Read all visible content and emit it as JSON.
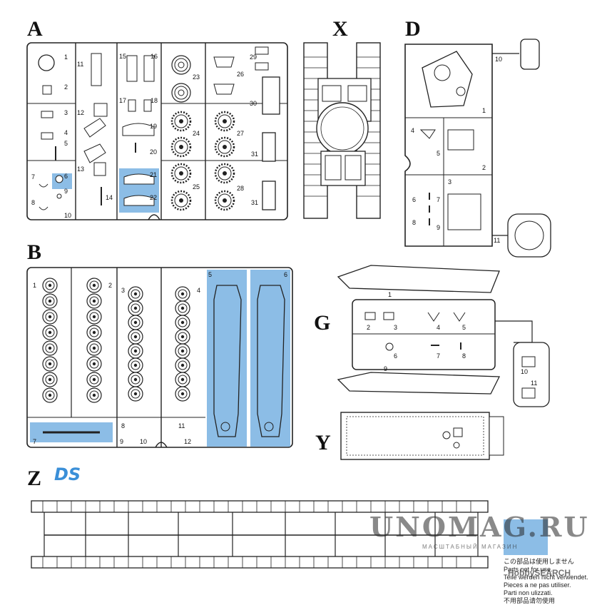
{
  "sprues": {
    "A": {
      "letter": "A",
      "parts": [
        "1",
        "2",
        "3",
        "4",
        "5",
        "6",
        "7",
        "8",
        "9",
        "10",
        "11",
        "12",
        "13",
        "14",
        "15",
        "16",
        "17",
        "18",
        "19",
        "20",
        "21",
        "22",
        "23",
        "24",
        "25",
        "26",
        "27",
        "28",
        "29",
        "30",
        "31",
        "31"
      ]
    },
    "X": {
      "letter": "X"
    },
    "D": {
      "letter": "D",
      "parts": [
        "1",
        "2",
        "3",
        "4",
        "5",
        "6",
        "7",
        "8",
        "9",
        "10",
        "11"
      ]
    },
    "B": {
      "letter": "B",
      "parts": [
        "1",
        "2",
        "3",
        "4",
        "5",
        "6",
        "7",
        "8",
        "9",
        "10",
        "11",
        "12"
      ]
    },
    "G": {
      "letter": "G",
      "parts": [
        "1",
        "2",
        "3",
        "4",
        "5",
        "6",
        "7",
        "8",
        "9",
        "10",
        "11"
      ]
    },
    "Y": {
      "letter": "Y"
    },
    "Z": {
      "letter": "Z"
    }
  },
  "logo": "DS",
  "legend": {
    "swatch_color": "#8cbde6",
    "lines": [
      "この部品は使用しません",
      "Parts not for use.",
      "Teile werden nicht verwendet.",
      "Pieces a ne pas utiliser.",
      "Parti non ulizzati.",
      "不用部品请勿使用"
    ]
  },
  "watermark": {
    "main": "UNOMAG.RU",
    "sub": "МАСШТАБНЫЙ МАГАЗИН",
    "badge": "HobbySEARCH"
  },
  "colors": {
    "unused_highlight": "#8cbde6",
    "line": "#222222"
  }
}
